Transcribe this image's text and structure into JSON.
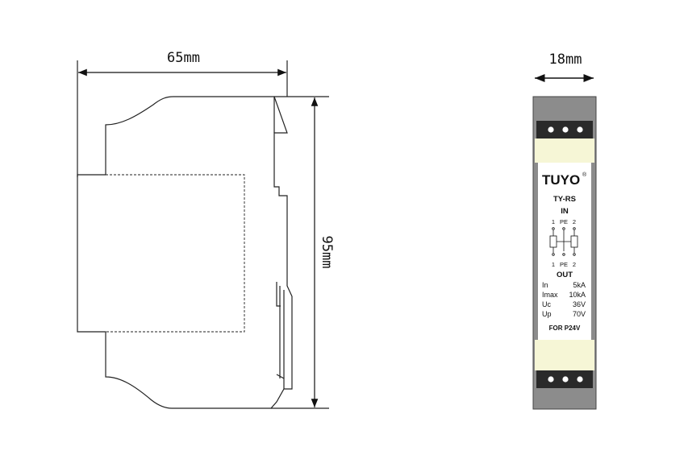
{
  "dimensions": {
    "width_side": "65mm",
    "height_side": "95mm",
    "width_front": "18mm"
  },
  "device": {
    "brand": "TUYO",
    "brand_mark": "®",
    "model": "TY-RS",
    "in_label": "IN",
    "out_label": "OUT",
    "terminals": [
      "1",
      "PE",
      "2"
    ],
    "specs": [
      {
        "name": "In",
        "value": "5kA"
      },
      {
        "name": "Imax",
        "value": "10kA"
      },
      {
        "name": "Uc",
        "value": "36V"
      },
      {
        "name": "Up",
        "value": "70V"
      }
    ],
    "footer": "FOR P24V"
  },
  "colors": {
    "body_gray": "#8c8c8c",
    "label_cream": "#f6f6d6",
    "brand_green": "#2f8a34",
    "brand_red": "#d9271e"
  }
}
